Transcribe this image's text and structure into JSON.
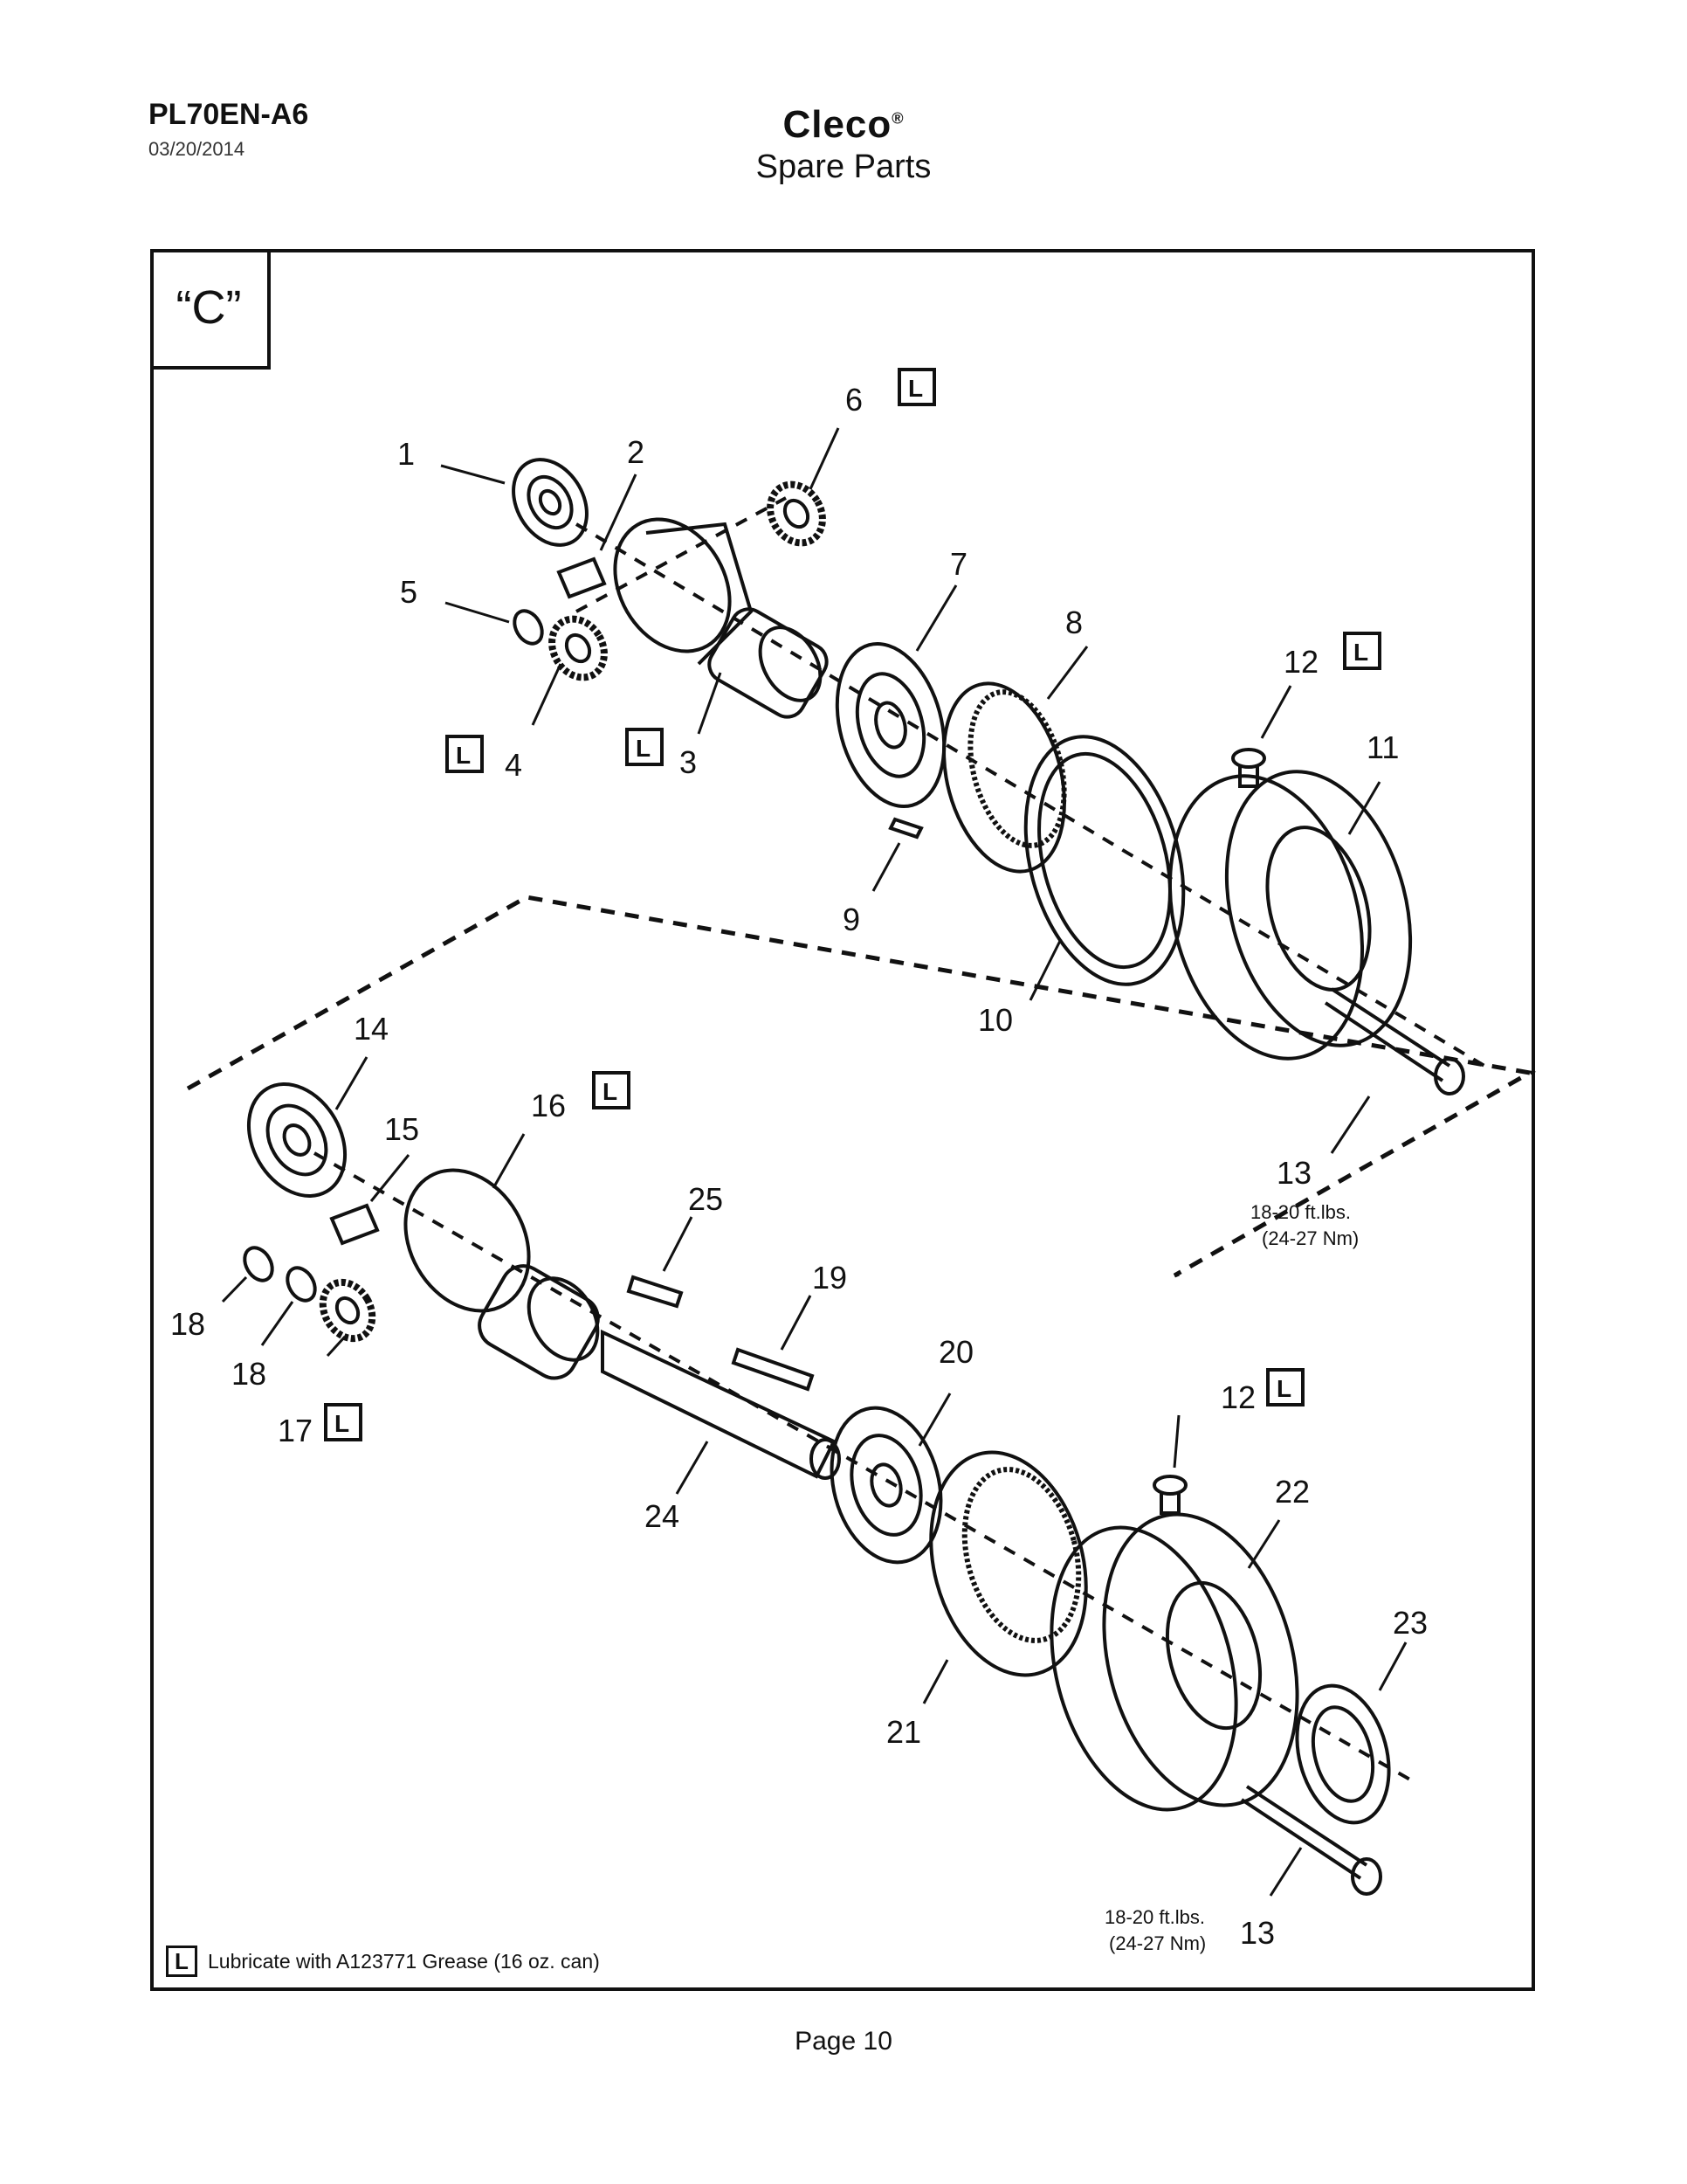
{
  "header": {
    "model": "PL70EN-A6",
    "date": "03/20/2014",
    "brand": "Cleco",
    "brand_mark": "®",
    "subtitle": "Spare Parts"
  },
  "section": {
    "label": "“C”"
  },
  "lube_marker": "L",
  "callouts": [
    {
      "id": "1",
      "label": "1"
    },
    {
      "id": "2",
      "label": "2"
    },
    {
      "id": "3",
      "label": "3"
    },
    {
      "id": "4",
      "label": "4"
    },
    {
      "id": "5",
      "label": "5"
    },
    {
      "id": "6",
      "label": "6"
    },
    {
      "id": "7",
      "label": "7"
    },
    {
      "id": "8",
      "label": "8"
    },
    {
      "id": "9",
      "label": "9"
    },
    {
      "id": "10",
      "label": "10"
    },
    {
      "id": "11",
      "label": "11"
    },
    {
      "id": "12a",
      "label": "12"
    },
    {
      "id": "13a",
      "label": "13"
    },
    {
      "id": "14",
      "label": "14"
    },
    {
      "id": "15",
      "label": "15"
    },
    {
      "id": "16",
      "label": "16"
    },
    {
      "id": "17",
      "label": "17"
    },
    {
      "id": "18a",
      "label": "18"
    },
    {
      "id": "18b",
      "label": "18"
    },
    {
      "id": "19",
      "label": "19"
    },
    {
      "id": "20",
      "label": "20"
    },
    {
      "id": "21",
      "label": "21"
    },
    {
      "id": "22",
      "label": "22"
    },
    {
      "id": "23",
      "label": "23"
    },
    {
      "id": "24",
      "label": "24"
    },
    {
      "id": "25",
      "label": "25"
    },
    {
      "id": "12b",
      "label": "12"
    },
    {
      "id": "13b",
      "label": "13"
    }
  ],
  "torque_upper": {
    "line1": "18-20 ft.lbs.",
    "line2": "(24-27 Nm)"
  },
  "torque_lower": {
    "line1": "18-20 ft.lbs.",
    "line2": "(24-27 Nm)"
  },
  "legend": {
    "box": "L",
    "text": "Lubricate with A123771 Grease (16 oz. can)"
  },
  "footer": {
    "page": "Page 10"
  }
}
